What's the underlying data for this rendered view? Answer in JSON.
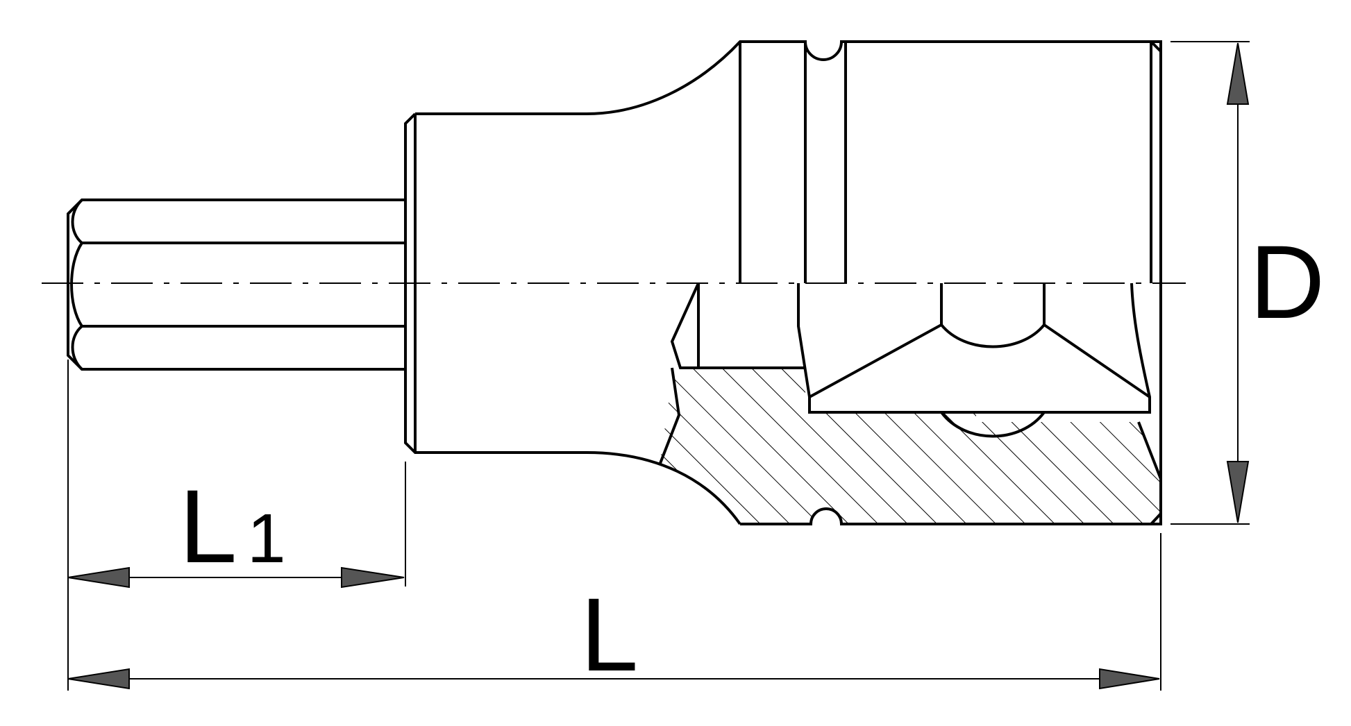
{
  "labels": {
    "D": "D",
    "L": "L",
    "L1_main": "L",
    "L1_sub": "1"
  },
  "colors": {
    "stroke": "#000000",
    "arrow_fill": "#555555",
    "background": "#ffffff"
  }
}
